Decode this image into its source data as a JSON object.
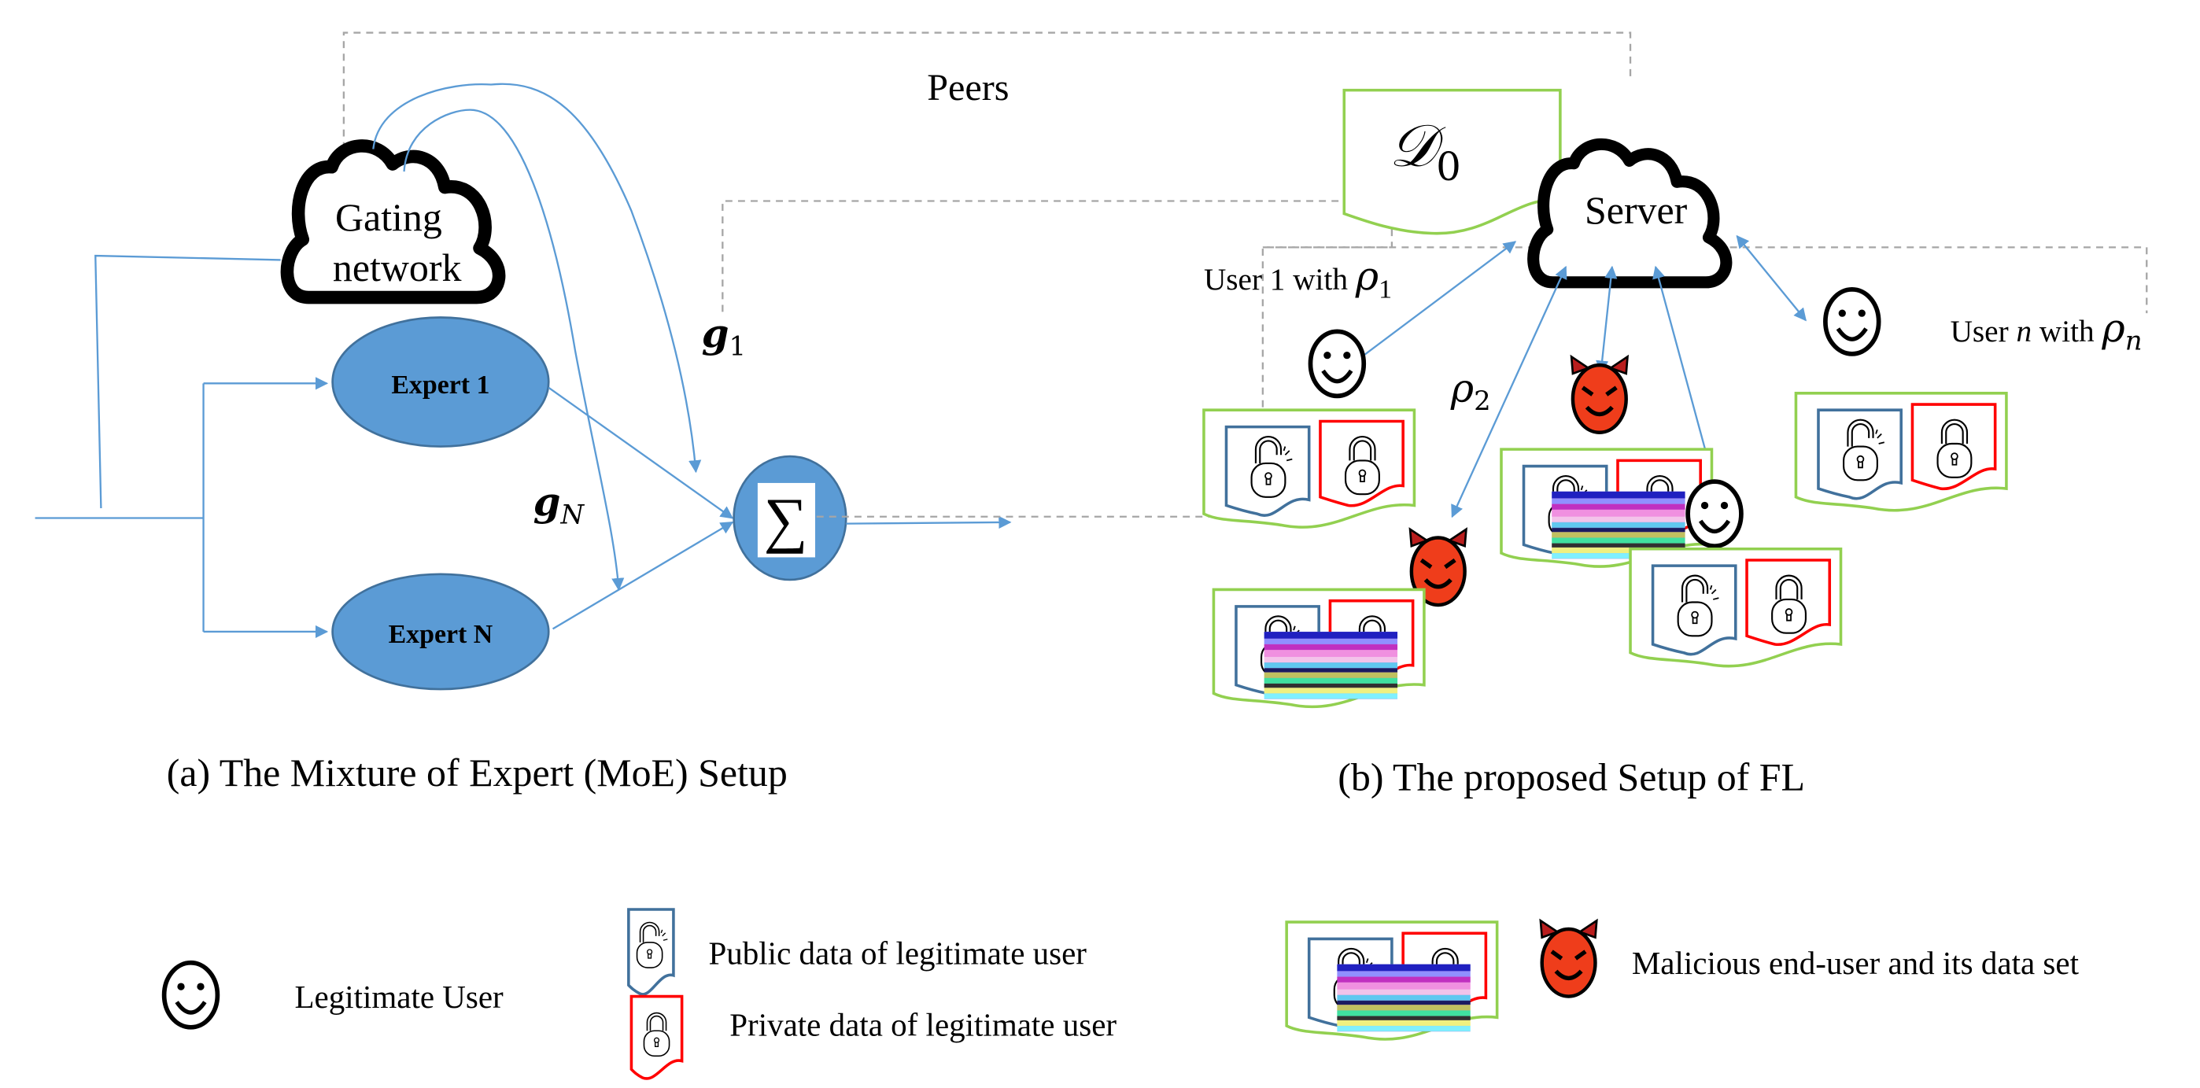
{
  "figure": {
    "panel_a": {
      "caption": "(a) The Mixture of Expert (MoE) Setup",
      "gating_network": {
        "line1": "Gating",
        "line2": "network"
      },
      "experts": [
        {
          "label": "Expert 1"
        },
        {
          "label": "Expert N"
        }
      ],
      "sum_symbol": "∑",
      "gate_labels": [
        {
          "base": "g",
          "sub": "1"
        },
        {
          "base": "g",
          "sub": "N"
        }
      ]
    },
    "panel_b": {
      "caption": "(b) The proposed Setup of FL",
      "peers_label": "Peers",
      "server_label": "Server",
      "server_dataset": {
        "base": "𝒟",
        "sub": "0"
      },
      "users": [
        {
          "prefix": "User 1 with ",
          "rho": "ρ",
          "sub": "1"
        },
        {
          "prefix": "",
          "rho": "ρ",
          "sub": "2"
        },
        {
          "prefix_a": "User ",
          "n": "n",
          "prefix_b": " with ",
          "rho": "ρ",
          "sub": "n"
        }
      ]
    },
    "legend": {
      "legitimate_user": "Legitimate User",
      "public_data": "Public data of legitimate user",
      "private_data": "Private data of legitimate user",
      "malicious_user": "Malicious end-user and its data set"
    },
    "colors": {
      "flow_arrow": "#5b9bd5",
      "expert_fill": "#5b9bd5",
      "dataset_border": "#92d050",
      "public_border": "#41719c",
      "private_border": "#ff0000",
      "devil": "#ef3d1b"
    }
  }
}
